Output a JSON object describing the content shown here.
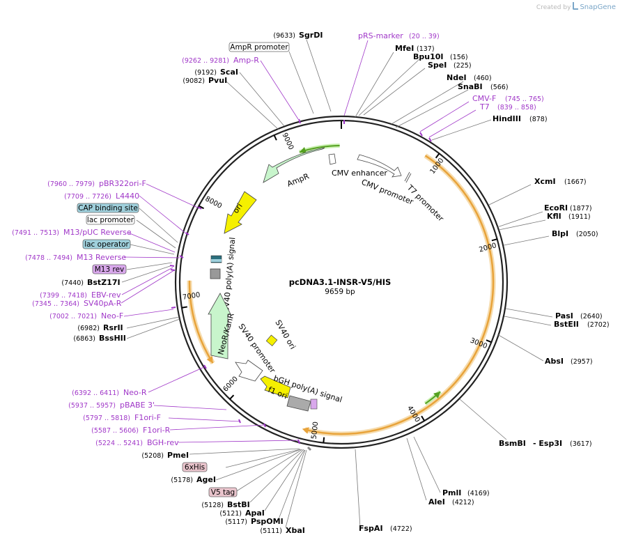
{
  "app": {
    "credit_prefix": "Created by",
    "credit_brand": "SnapGene"
  },
  "plasmid": {
    "name": "pcDNA3.1-INSR-V5/HIS",
    "size_label": "9659 bp",
    "length": 9659
  },
  "ticks": [
    "1000",
    "2000",
    "3000",
    "4000",
    "5000",
    "6000",
    "7000",
    "8000",
    "9000"
  ],
  "sites": [
    {
      "name": "SgrDI",
      "pos": "(9633)"
    },
    {
      "name": "MfeI",
      "pos": "(137)"
    },
    {
      "name": "Bpu10I",
      "pos": "(156)"
    },
    {
      "name": "SpeI",
      "pos": "(225)"
    },
    {
      "name": "NdeI",
      "pos": "(460)"
    },
    {
      "name": "SnaBI",
      "pos": "(566)"
    },
    {
      "name": "HindIII",
      "pos": "(878)"
    },
    {
      "name": "XcmI",
      "pos": "(1667)"
    },
    {
      "name": "EcoRI",
      "pos": "(1877)"
    },
    {
      "name": "KflI",
      "pos": "(1911)"
    },
    {
      "name": "BlpI",
      "pos": "(2050)"
    },
    {
      "name": "PasI",
      "pos": "(2640)"
    },
    {
      "name": "BstEII",
      "pos": "(2702)"
    },
    {
      "name": "AbsI",
      "pos": "(2957)"
    },
    {
      "name": "BsmBI",
      "pos": ""
    },
    {
      "name": "- Esp3I",
      "pos": "(3617)"
    },
    {
      "name": "PmlI",
      "pos": "(4169)"
    },
    {
      "name": "AleI",
      "pos": "(4212)"
    },
    {
      "name": "FspAI",
      "pos": "(4722)"
    },
    {
      "name": "XbaI",
      "pos": "(5111)"
    },
    {
      "name": "PspOMI",
      "pos": "(5117)"
    },
    {
      "name": "ApaI",
      "pos": "(5121)"
    },
    {
      "name": "BstBI",
      "pos": "(5128)"
    },
    {
      "name": "AgeI",
      "pos": "(5178)"
    },
    {
      "name": "PmeI",
      "pos": "(5208)"
    },
    {
      "name": "BssHII",
      "pos": "(6863)"
    },
    {
      "name": "RsrII",
      "pos": "(6982)"
    },
    {
      "name": "BstZ17I",
      "pos": "(7440)"
    },
    {
      "name": "PvuI",
      "pos": "(9082)"
    },
    {
      "name": "ScaI",
      "pos": "(9192)"
    }
  ],
  "primers": [
    {
      "name": "pRS-marker",
      "pos": "(20 .. 39)"
    },
    {
      "name": "CMV-F",
      "pos": "(745 .. 765)"
    },
    {
      "name": "T7",
      "pos": "(839 .. 858)"
    },
    {
      "name": "BGH-rev",
      "pos": "(5224 .. 5241)"
    },
    {
      "name": "F1ori-R",
      "pos": "(5587 .. 5606)"
    },
    {
      "name": "F1ori-F",
      "pos": "(5797 .. 5818)"
    },
    {
      "name": "pBABE 3'",
      "pos": "(5937 .. 5957)"
    },
    {
      "name": "Neo-R",
      "pos": "(6392 .. 6411)"
    },
    {
      "name": "Neo-F",
      "pos": "(7002 .. 7021)"
    },
    {
      "name": "SV40pA-R",
      "pos": "(7345 .. 7364)"
    },
    {
      "name": "EBV-rev",
      "pos": "(7399 .. 7418)"
    },
    {
      "name": "M13 Reverse",
      "pos": "(7478 .. 7494)"
    },
    {
      "name": "M13/pUC Reverse",
      "pos": "(7491 .. 7513)"
    },
    {
      "name": "L4440",
      "pos": "(7709 .. 7726)"
    },
    {
      "name": "pBR322ori-F",
      "pos": "(7960 .. 7979)"
    },
    {
      "name": "Amp-R",
      "pos": "(9262 .. 9281)"
    }
  ],
  "boxed_features": [
    {
      "name": "AmpR promoter",
      "fill": "#ffffff"
    },
    {
      "name": "CAP binding site",
      "fill": "#9fd0dc"
    },
    {
      "name": "lac promoter",
      "fill": "#ffffff"
    },
    {
      "name": "lac operator",
      "fill": "#9fd0dc"
    },
    {
      "name": "M13 rev",
      "fill": "#d9a8ec"
    },
    {
      "name": "6xHis",
      "fill": "#e9c4cc"
    },
    {
      "name": "V5 tag",
      "fill": "#e9c4cc"
    }
  ],
  "features": {
    "cmv_enhancer": "CMV enhancer",
    "cmv_promoter": "CMV promoter",
    "t7_promoter": "T7 promoter",
    "ampr": "AmpR",
    "ori": "ori",
    "sv40_polya": "SV40 poly(A) signal",
    "neor": "NeoR/KanR",
    "sv40_promoter": "SV40 promoter",
    "sv40_ori": "SV40 ori",
    "bgh_polya": "bGH poly(A) signal",
    "f1_ori": "f1 ori"
  },
  "colors": {
    "backbone": "#222222",
    "insert_arc": "#e8a33a",
    "insert_glow": "#f6dcae",
    "ampr_fill": "#c8f5cc",
    "ori_fill": "#f5f000",
    "primer": "#a037c8",
    "orf_arrow": "#55a020"
  }
}
